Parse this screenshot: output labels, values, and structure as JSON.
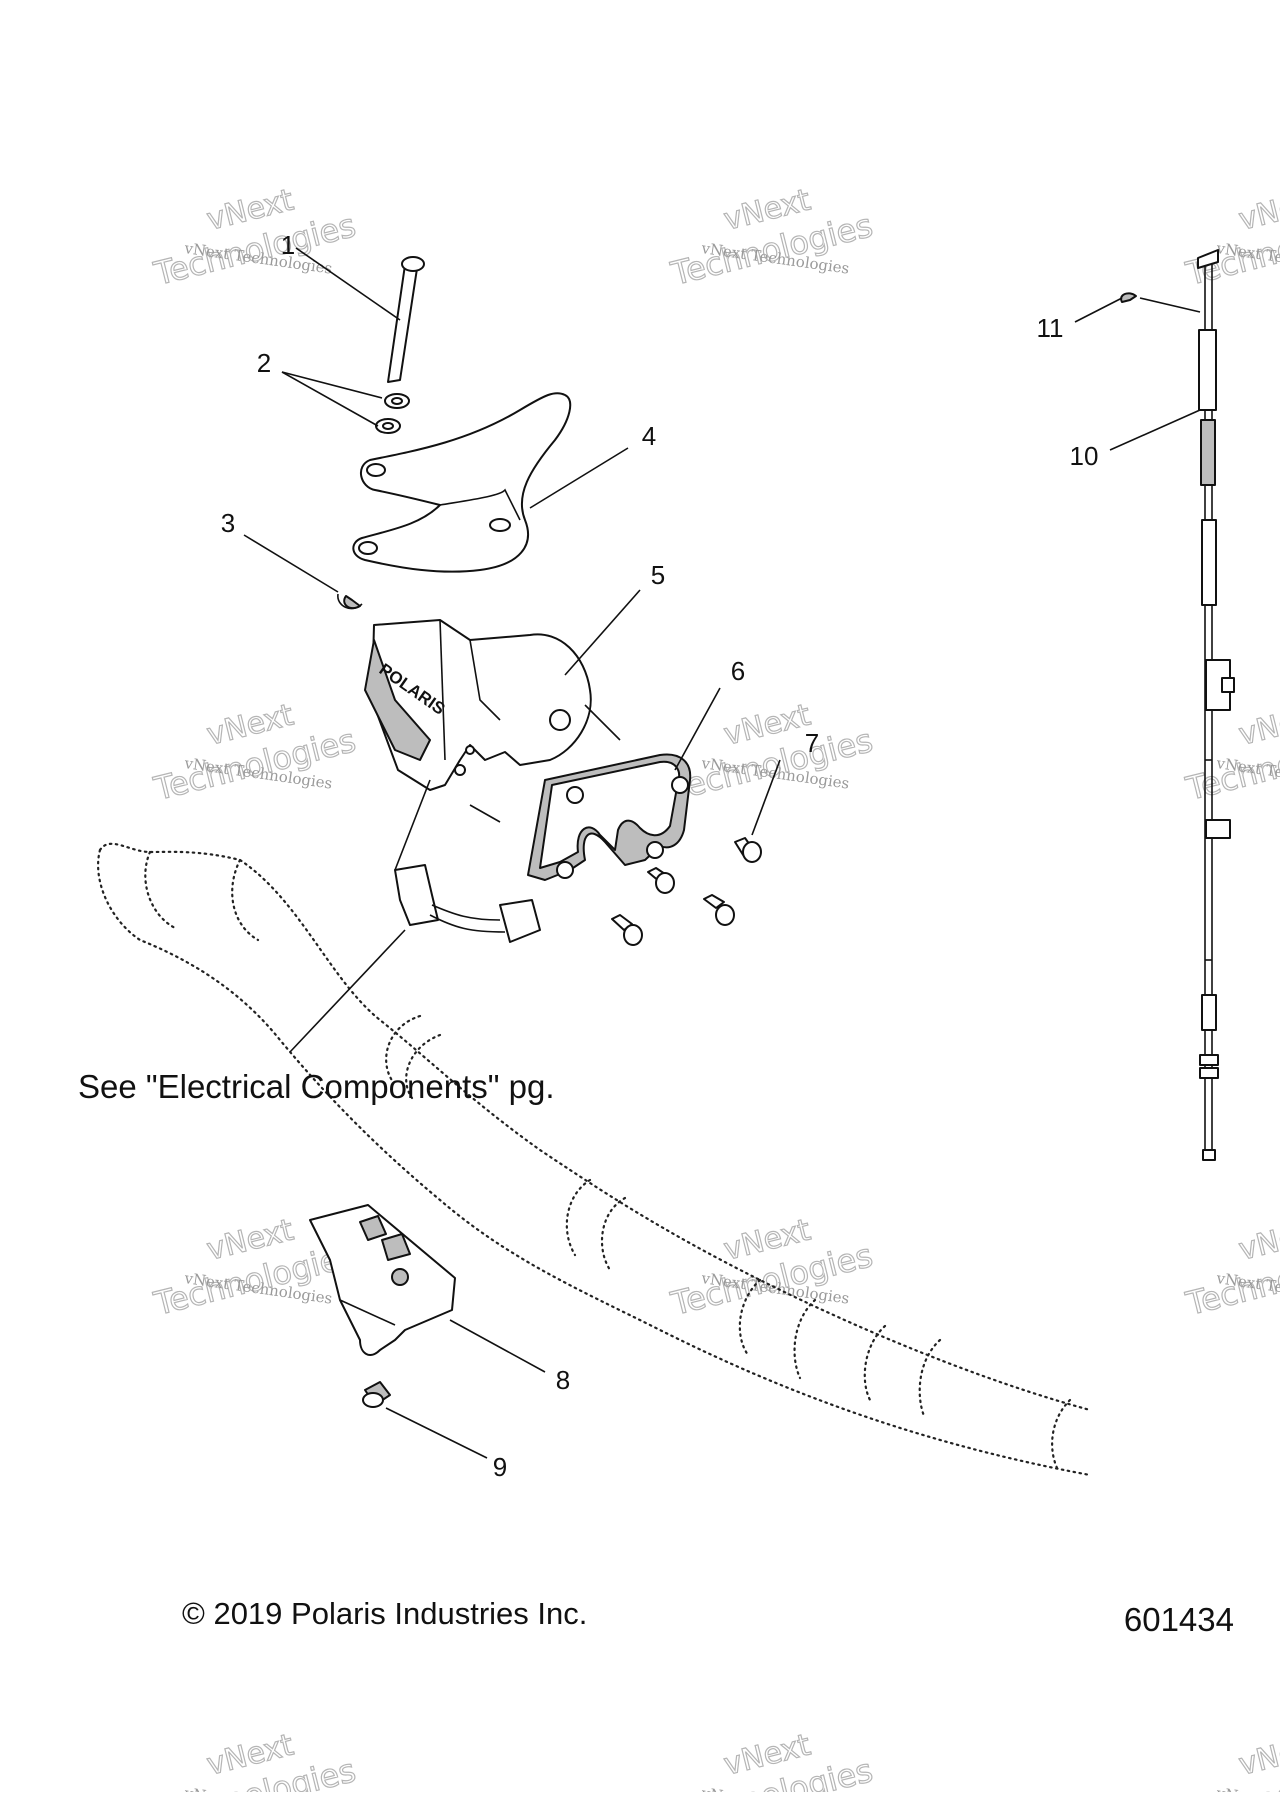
{
  "diagram": {
    "callouts": [
      "1",
      "2",
      "3",
      "4",
      "5",
      "6",
      "7",
      "8",
      "9",
      "10",
      "11"
    ],
    "note": "See \"Electrical Components\" pg.",
    "copyright": "© 2019 Polaris Industries Inc.",
    "figure_number": "601434",
    "bracket_logo": "POLARIS",
    "watermark_small": "vNext Technologies",
    "watermark_large": "Technologies",
    "watermark_top": "vNext"
  },
  "colors": {
    "line": "#111111",
    "watermark": "#9a9a9a",
    "fill_dark": "#bdbdbd"
  }
}
